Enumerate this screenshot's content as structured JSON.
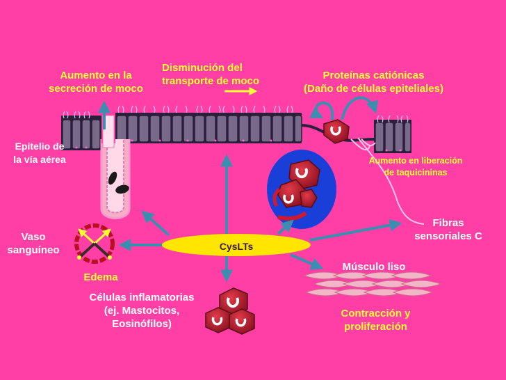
{
  "colors": {
    "background": "#ff3fa6",
    "arrow": "#3a8fb0",
    "yellow_text": "#ffff33",
    "white_text": "#ffffff",
    "center_node": "#ffe600"
  },
  "labels": {
    "mucus_secretion": [
      "Aumento en la",
      "secreción de moco"
    ],
    "mucus_transport": [
      "Disminución del",
      "transporte de moco"
    ],
    "cationic_proteins": [
      "Proteínas catiónicas",
      "(Daño de células epiteliales)"
    ],
    "airway_epithelium": [
      "Epitelio de",
      "la vía aérea"
    ],
    "tachykinin_release": [
      "Aumento en liberación",
      "de taquicininas"
    ],
    "sensory_fibers": [
      "Fibras",
      "sensoriales C"
    ],
    "blood_vessel": [
      "Vaso",
      "sanguíneo"
    ],
    "edema": "Edema",
    "center": "CysLTs",
    "smooth_muscle": "Músculo liso",
    "inflammatory_cells": [
      "Células inflamatorias",
      "(ej. Mastocitos,",
      "Eosinófilos)"
    ],
    "contraction": [
      "Contracción y",
      "proliferación"
    ]
  }
}
